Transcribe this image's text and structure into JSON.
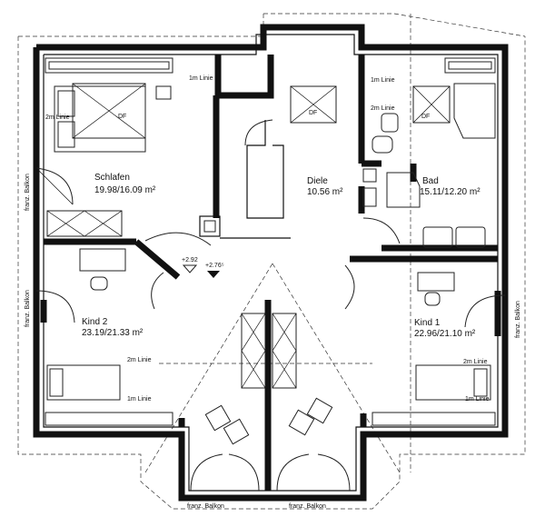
{
  "rooms": {
    "schlafen": {
      "name": "Schlafen",
      "area": "19.98/16.09 m²"
    },
    "diele": {
      "name": "Diele",
      "area": "10.56 m²"
    },
    "bad": {
      "name": "Bad",
      "area": "15.11/12.20 m²"
    },
    "kind2": {
      "name": "Kind 2",
      "area": "23.19/21.33 m²"
    },
    "kind1": {
      "name": "Kind 1",
      "area": "22.96/21.10 m²"
    }
  },
  "labels": {
    "df": "DF",
    "linie_1m": "1m Linie",
    "linie_2m": "2m Linie",
    "balkon": "franz. Balkon",
    "level_1": "+2.92",
    "level_2": "+2.76⁵"
  }
}
